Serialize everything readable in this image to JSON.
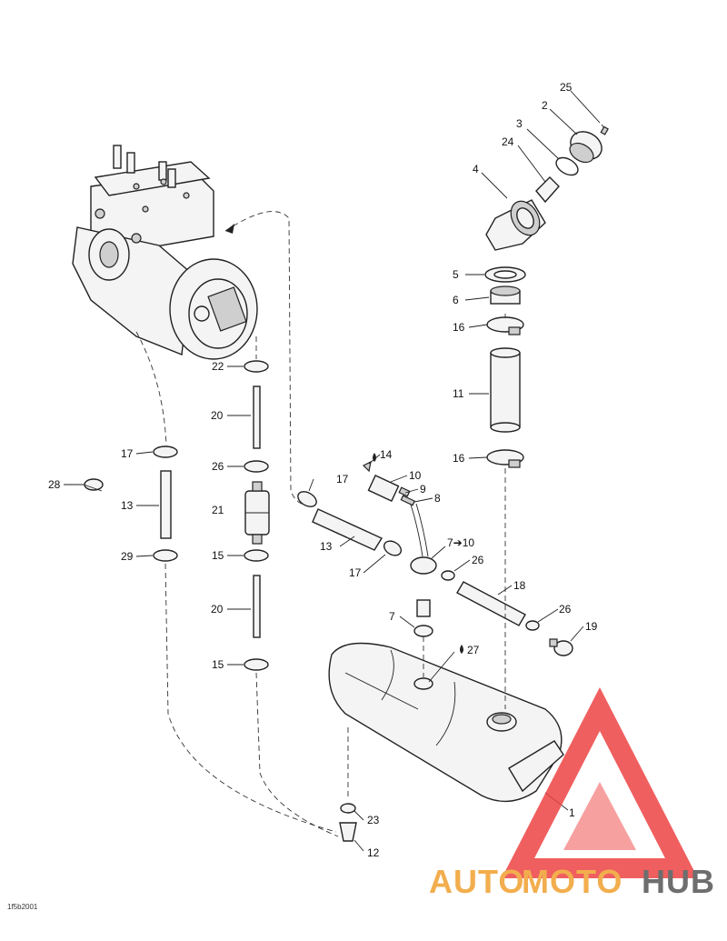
{
  "diagram": {
    "callouts": [
      {
        "id": "c25",
        "text": "25"
      },
      {
        "id": "c2",
        "text": "2"
      },
      {
        "id": "c3",
        "text": "3"
      },
      {
        "id": "c24",
        "text": "24"
      },
      {
        "id": "c4",
        "text": "4"
      },
      {
        "id": "c5",
        "text": "5"
      },
      {
        "id": "c6",
        "text": "6"
      },
      {
        "id": "c16a",
        "text": "16"
      },
      {
        "id": "c11",
        "text": "11"
      },
      {
        "id": "c16b",
        "text": "16"
      },
      {
        "id": "c22",
        "text": "22"
      },
      {
        "id": "c20a",
        "text": "20"
      },
      {
        "id": "c17a",
        "text": "17"
      },
      {
        "id": "c26a",
        "text": "26"
      },
      {
        "id": "c28",
        "text": "28"
      },
      {
        "id": "c13a",
        "text": "13"
      },
      {
        "id": "c21",
        "text": "21"
      },
      {
        "id": "c29",
        "text": "29"
      },
      {
        "id": "c15a",
        "text": "15"
      },
      {
        "id": "c20b",
        "text": "20"
      },
      {
        "id": "c15b",
        "text": "15"
      },
      {
        "id": "c14",
        "text": "14"
      },
      {
        "id": "c10",
        "text": "10"
      },
      {
        "id": "c9",
        "text": "9"
      },
      {
        "id": "c8",
        "text": "8"
      },
      {
        "id": "c17b",
        "text": "17"
      },
      {
        "id": "c13b",
        "text": "13"
      },
      {
        "id": "c17c",
        "text": "17"
      },
      {
        "id": "c7to10",
        "text": "7➔10"
      },
      {
        "id": "c26b",
        "text": "26"
      },
      {
        "id": "c18",
        "text": "18"
      },
      {
        "id": "c26c",
        "text": "26"
      },
      {
        "id": "c19",
        "text": "19"
      },
      {
        "id": "c7",
        "text": "7"
      },
      {
        "id": "c27",
        "text": "27"
      },
      {
        "id": "c1",
        "text": "1"
      },
      {
        "id": "c23",
        "text": "23"
      },
      {
        "id": "c12",
        "text": "12"
      }
    ],
    "reference_code": "1f5b2001"
  },
  "watermark": {
    "part1": "AUTO",
    "part2": "MOTO",
    "part3": "HUB",
    "color_primary": "#f0a030",
    "color_secondary": "#555555",
    "color_triangle": "#ee4444"
  }
}
